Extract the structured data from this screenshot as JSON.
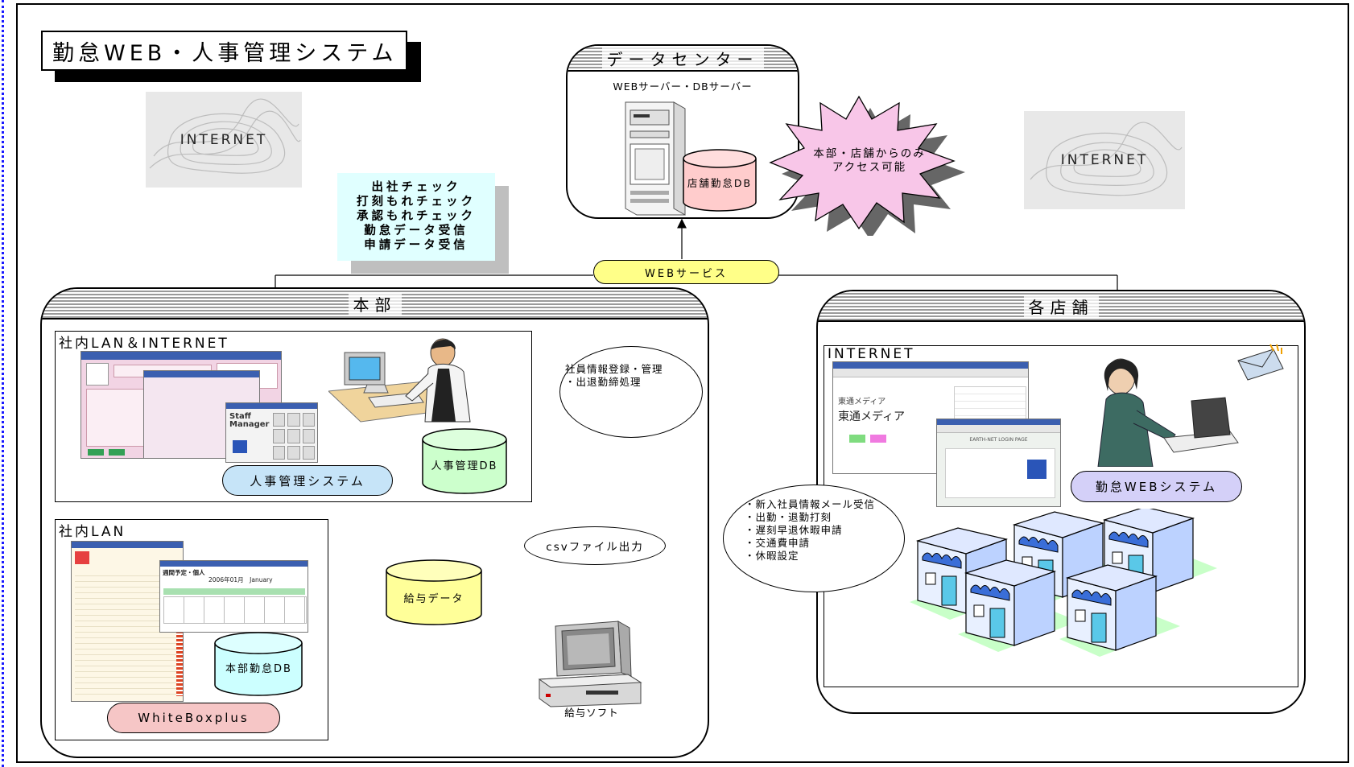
{
  "title": "勤怠WEB・人事管理システム",
  "internet_label": "INTERNET",
  "datacenter": {
    "title": "データセンター",
    "servers_label": "WEBサーバー・DBサーバー",
    "db_label": "店舗勤怠DB"
  },
  "access_note_lines": [
    "本部・店舗からのみ",
    "アクセス可能"
  ],
  "web_service_label": "WEBサービス",
  "checks": [
    "出社チェック",
    "打刻もれチェック",
    "承認もれチェック",
    "勤怠データ受信",
    "申請データ受信"
  ],
  "honbu": {
    "title": "本部",
    "lan_internet_label": "社内LAN＆INTERNET",
    "hr_system_label": "人事管理システム",
    "hr_db_label": "人事管理DB",
    "hr_note_lines": [
      "社員情報登録・管理",
      "・出退勤締処理"
    ],
    "lan_label": "社内LAN",
    "attendance_db_label": "本部勤怠DB",
    "whitebox_label": "WhiteBoxplus",
    "payroll_label": "給与データ",
    "csv_label": "csvファイル出力",
    "payroll_soft_label": "給与ソフト"
  },
  "stores": {
    "title": "各店舗",
    "internet_label": "INTERNET",
    "system_label": "勤怠WEBシステム",
    "features": [
      "・新入社員情報メール受信",
      "・出勤・退勤打刻",
      "・遅刻早退休暇申請",
      "・交通費申請",
      "・休暇設定"
    ]
  },
  "screens": {
    "staff_manager": "Staff Manager",
    "calendar_title": "週間予定・個人",
    "calendar_month": "2006年01月　January",
    "media_name": "東通メディア",
    "login_page": "EARTH-NET LOGIN PAGE"
  },
  "colors": {
    "hr_pill": "#c6e4f8",
    "whitebox_pill": "#f6c6c6",
    "web_service": "#ffff88",
    "payroll_db": "#ffff99",
    "hr_db": "#ccffcc",
    "attendance_db": "#ccffff",
    "store_db": "#ffcccc",
    "stores_pill": "#d4d0f8",
    "burst": "#f8c6e8",
    "checks_bg": "#e0ffff"
  }
}
